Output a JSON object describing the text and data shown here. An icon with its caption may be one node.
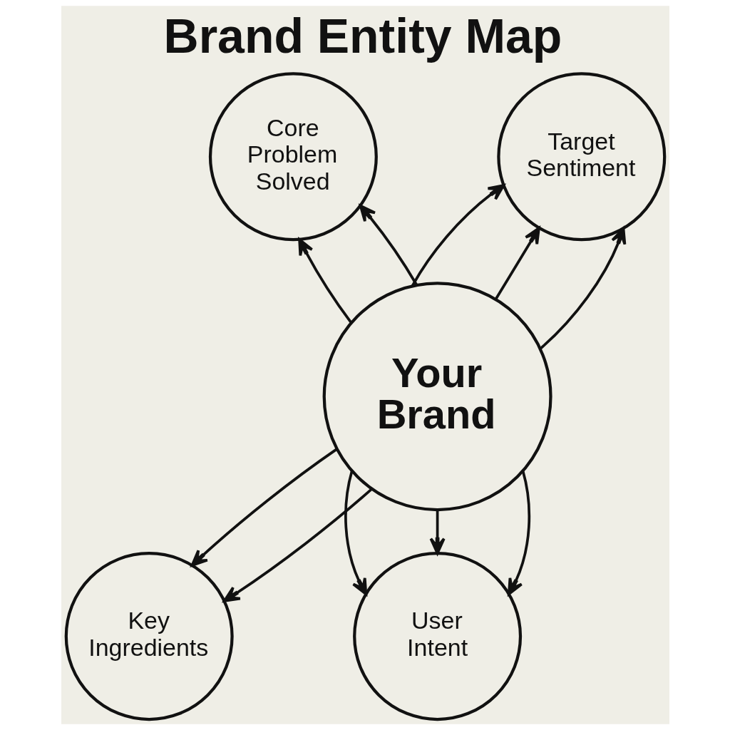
{
  "diagram": {
    "title": "Brand Entity Map",
    "nodes": [
      {
        "text": [
          "Your Brand"
        ]
      },
      {
        "text": [
          "Core Problem Solved"
        ]
      },
      {
        "text": [
          "Target Sentiment"
        ]
      },
      {
        "text": [
          "Key Ingredients"
        ]
      },
      {
        "text": [
          "User Intent"
        ]
      }
    ],
    "edges": [
      {
        "from": 0,
        "to": 1,
        "arrow": "to"
      },
      {
        "from": 0,
        "to": 1,
        "arrow": "to"
      },
      {
        "from": 0,
        "to": 2,
        "arrow": "to"
      },
      {
        "from": 0,
        "to": 2,
        "arrow": "to"
      },
      {
        "from": 0,
        "to": 2,
        "arrow": "to"
      },
      {
        "from": 0,
        "to": 3,
        "arrow": "to"
      },
      {
        "from": 0,
        "to": 3,
        "arrow": "to"
      },
      {
        "from": 0,
        "to": 4,
        "arrow": "to"
      },
      {
        "from": 0,
        "to": 4,
        "arrow": "to"
      },
      {
        "from": 0,
        "to": 4,
        "arrow": "to"
      }
    ]
  }
}
